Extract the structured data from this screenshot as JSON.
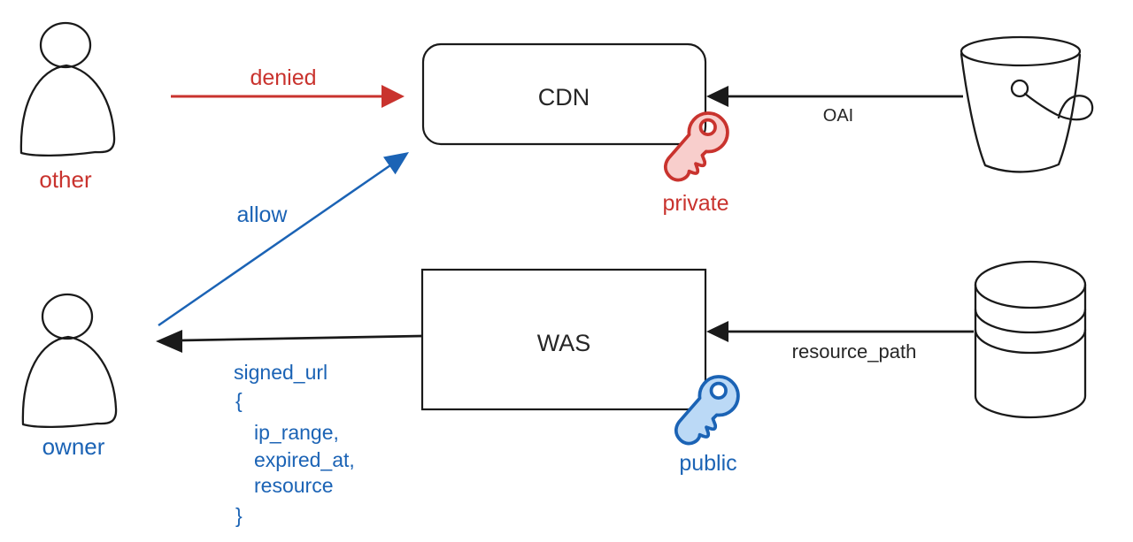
{
  "diagram": {
    "nodes": {
      "cdn": {
        "label": "CDN"
      },
      "was": {
        "label": "WAS"
      },
      "other_user": {
        "label": "other",
        "icon": "person-icon",
        "color": "#C9332E"
      },
      "owner_user": {
        "label": "owner",
        "icon": "person-icon",
        "color": "#1B63B5"
      },
      "bucket": {
        "icon": "bucket-icon"
      },
      "database": {
        "icon": "database-cylinder-icon"
      },
      "private_key": {
        "label": "private",
        "icon": "key-icon",
        "fill": "#F8CECC",
        "stroke": "#C9332E"
      },
      "public_key": {
        "label": "public",
        "icon": "key-icon",
        "fill": "#BBD9F6",
        "stroke": "#1B63B5"
      }
    },
    "edges": {
      "denied": {
        "label": "denied",
        "color": "#C9332E",
        "from": "other",
        "to": "CDN"
      },
      "allow": {
        "label": "allow",
        "color": "#1B63B5",
        "from": "owner",
        "to": "CDN"
      },
      "oai": {
        "label": "OAI",
        "color": "#1a1a1a",
        "from": "bucket",
        "to": "CDN"
      },
      "resource_path": {
        "label": "resource_path",
        "color": "#1a1a1a",
        "from": "database",
        "to": "WAS"
      },
      "signed_url": {
        "color": "#1B63B5",
        "from": "WAS",
        "to": "owner",
        "lines": [
          "signed_url",
          "{",
          "ip_range,",
          "expired_at,",
          "resource",
          "}"
        ]
      }
    },
    "colors": {
      "red_accent": "#C9332E",
      "blue_accent": "#1B63B5",
      "private_key_fill": "#F8CECC",
      "public_key_fill": "#BBD9F6",
      "outline_black": "#1a1a1a",
      "background": "#ffffff"
    }
  }
}
